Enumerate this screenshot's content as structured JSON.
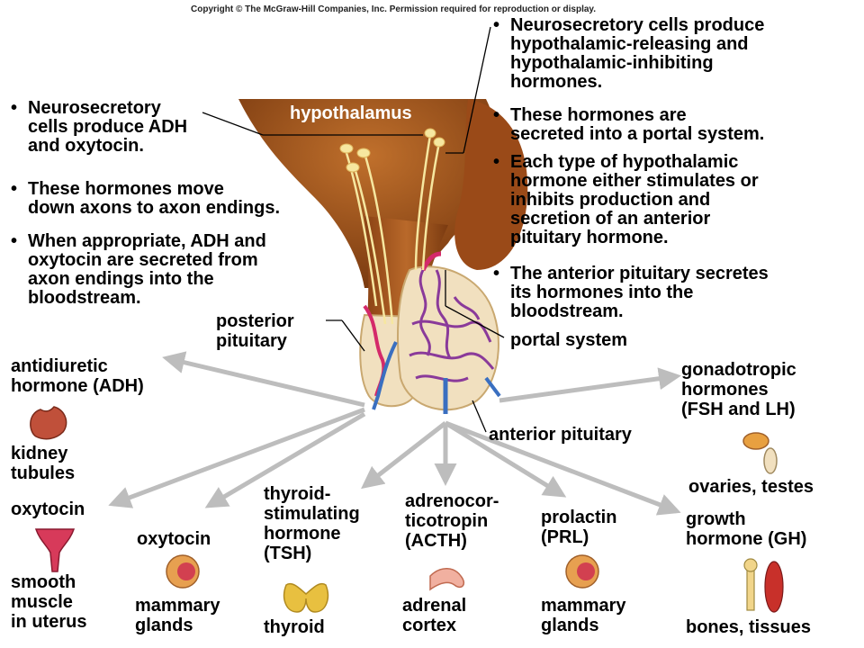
{
  "copyright": "Copyright © The McGraw-Hill Companies, Inc. Permission required for reproduction or display.",
  "colors": {
    "hypothalamus": "#a0501a",
    "tissue": "#f1e0bf",
    "vein": "#3a6fc0",
    "artery": "#d42a6a",
    "portal": "#8a3a9a",
    "neuron": "#f6e7a0",
    "arrow": "#bdbdbd"
  },
  "structures": {
    "hypothalamus": "hypothalamus",
    "posterior_pituitary": "posterior\npituitary",
    "anterior_pituitary": "anterior pituitary",
    "portal_system": "portal system"
  },
  "left_notes": [
    "Neurosecretory\ncells produce ADH\nand oxytocin.",
    "These hormones move\ndown axons to axon endings.",
    "When appropriate, ADH and\noxytocin are secreted from\naxon endings into the\nbloodstream."
  ],
  "right_notes": [
    "Neurosecretory cells produce\nhypothalamic-releasing and\nhypothalamic-inhibiting\nhormones.",
    "These hormones are\nsecreted into a portal system.",
    "Each type of hypothalamic\nhormone either stimulates or\ninhibits production and\nsecretion of an anterior\npituitary hormone.",
    "The anterior pituitary secretes\nits hormones into the\nbloodstream."
  ],
  "hormones": {
    "adh": "antidiuretic\nhormone (ADH)",
    "oxytocin_uterus": "oxytocin",
    "oxytocin_mammary": "oxytocin",
    "tsh": "thyroid-\nstimulating\nhormone\n(TSH)",
    "acth": "adrenocor-\nticotropin\n(ACTH)",
    "prl": "prolactin\n(PRL)",
    "gh": "growth\nhormone (GH)",
    "gonadotropic": "gonadotropic\nhormones\n(FSH and LH)"
  },
  "targets": {
    "kidney": "kidney\ntubules",
    "uterus": "smooth\nmuscle\nin uterus",
    "mammary_1": "mammary\nglands",
    "thyroid": "thyroid",
    "adrenal": "adrenal\ncortex",
    "mammary_2": "mammary\nglands",
    "bones": "bones, tissues",
    "gonads": "ovaries, testes"
  }
}
